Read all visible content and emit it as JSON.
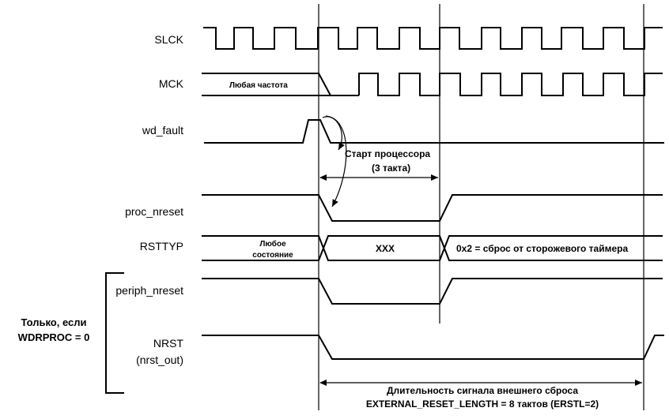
{
  "signals": {
    "slck": "SLCK",
    "mck": "MCK",
    "wd_fault": "wd_fault",
    "proc_nreset": "proc_nreset",
    "rsttyp": "RSTTYP",
    "periph_nreset": "periph_nreset",
    "nrst": "NRST",
    "nrst_out": "(nrst_out)"
  },
  "annotations": {
    "any_frequency": "Любая частота",
    "any_state_line1": "Любое",
    "any_state_line2": "состояние",
    "xxx": "XXX",
    "rsttyp_value": "0x2 = сброс от сторожевого таймера",
    "cpu_start_line1": "Старт процессора",
    "cpu_start_line2": "(3 такта)",
    "ext_reset_line1": "Длительность сигнала внешнего сброса",
    "ext_reset_line2": "EXTERNAL_RESET_LENGTH = 8 тактов (ERSTL=2)",
    "condition_line1": "Только, если",
    "condition_line2": "WDRPROC = 0"
  }
}
